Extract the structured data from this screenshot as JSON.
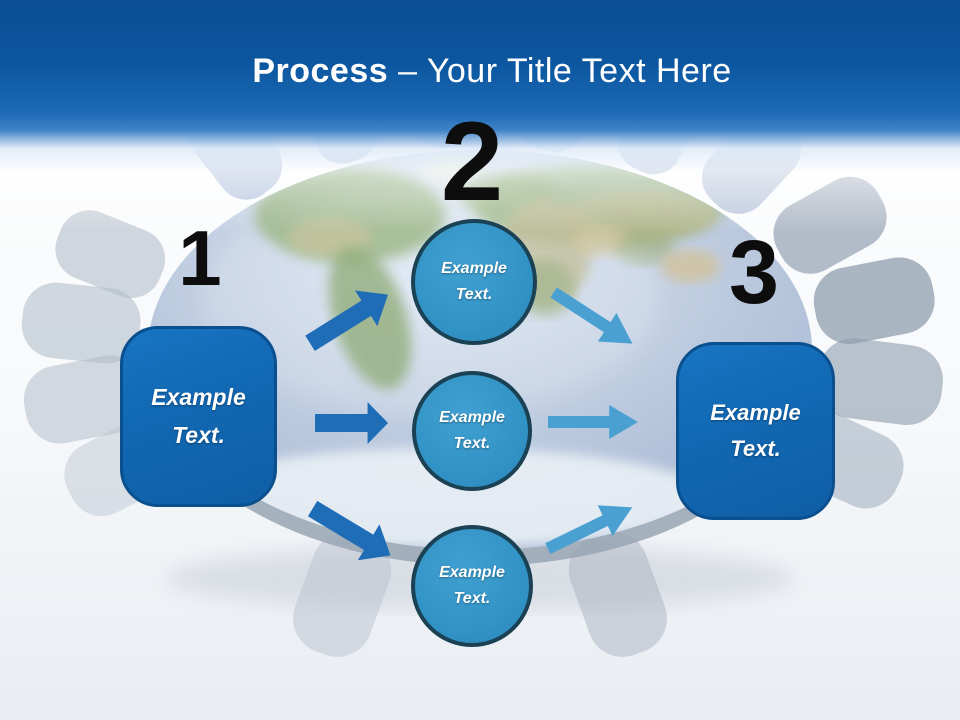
{
  "title": {
    "bold": "Process",
    "rest": " – Your Title Text Here"
  },
  "numbers": [
    "1",
    "2",
    "3"
  ],
  "left_box": {
    "line1": "Example",
    "line2": "Text."
  },
  "right_box": {
    "line1": "Example",
    "line2": "Text."
  },
  "circles": [
    {
      "line1": "Example",
      "line2": "Text."
    },
    {
      "line1": "Example",
      "line2": "Text."
    },
    {
      "line1": "Example",
      "line2": "Text."
    }
  ],
  "colors": {
    "header_top": "#0a4e93",
    "header_mid": "#1b69b4",
    "title_text": "#ffffff",
    "number_text": "#0d0d0d",
    "box_fill": "#1268b2",
    "box_border": "#0a4f8e",
    "circle_fill": "#3293c6",
    "circle_border": "#1b4254",
    "arrow_left": "#1e6db6",
    "arrow_right": "#4aa0d1"
  }
}
